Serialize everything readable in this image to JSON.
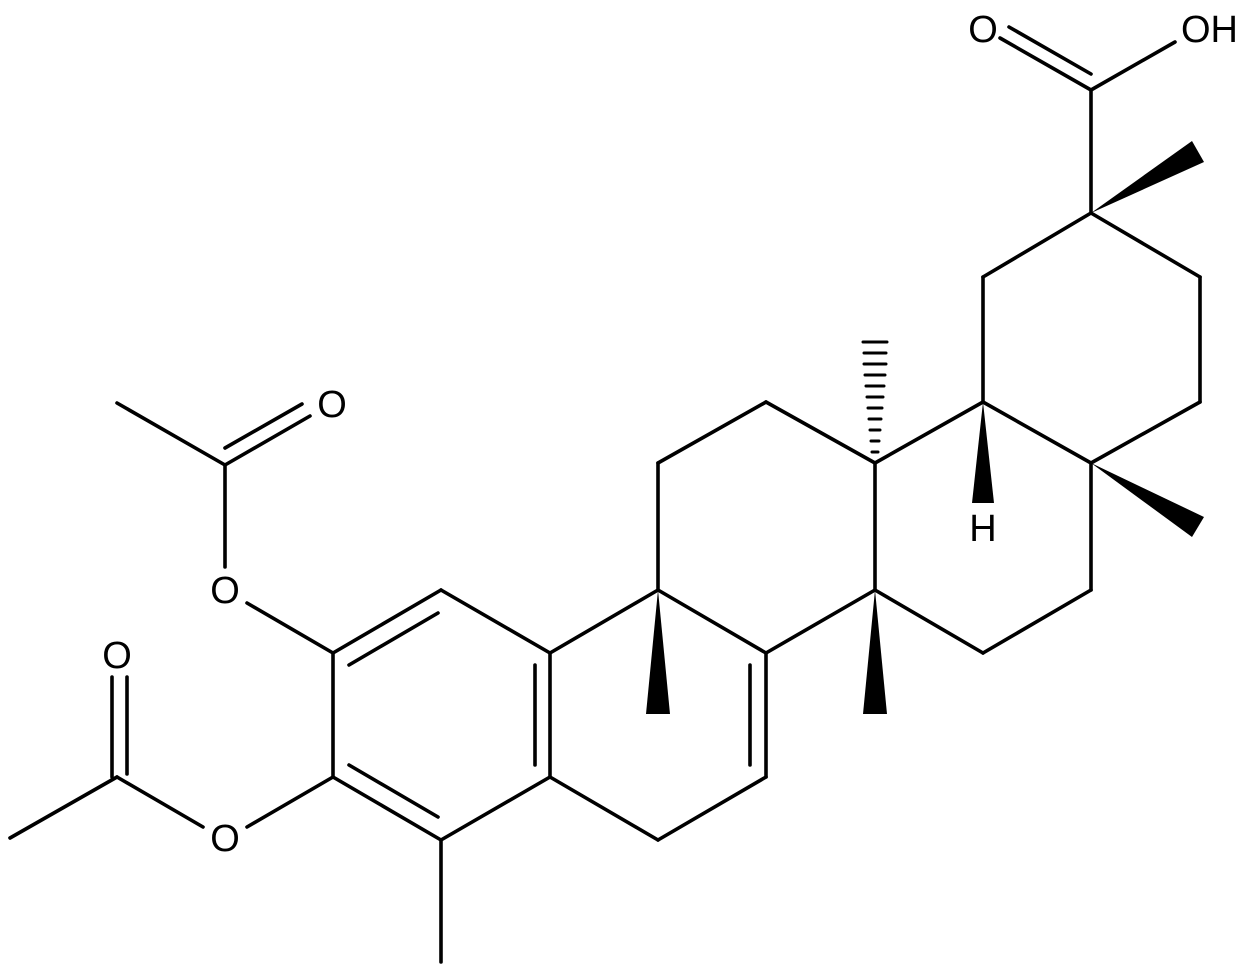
{
  "molecule": {
    "labels": {
      "carboxyl_oxygen": "O",
      "hydroxyl": "OH",
      "hydrogen": "H",
      "acetyl1_carbonyl_oxygen": "O",
      "acetyl1_ester_oxygen": "O",
      "acetyl2_carbonyl_oxygen": "O",
      "acetyl2_ester_oxygen": "O"
    },
    "colors": {
      "bond": "#000000",
      "background": "#ffffff"
    }
  }
}
